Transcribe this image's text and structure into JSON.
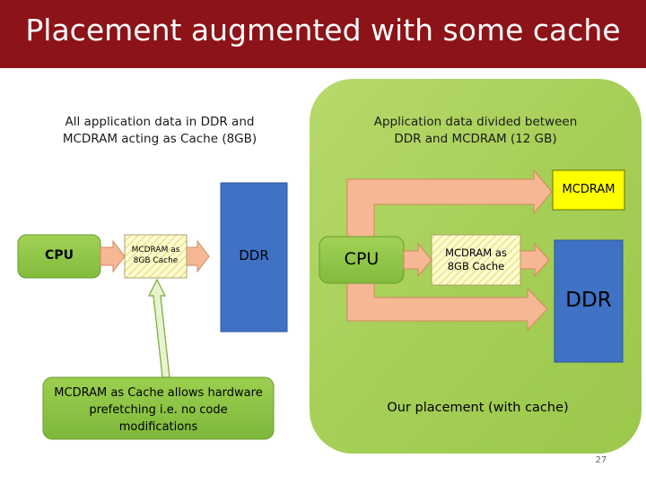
{
  "slide": {
    "title": "Placement augmented with some cache",
    "page_number": "27"
  },
  "left_panel": {
    "caption_line1": "All application data in DDR and",
    "caption_line2": "MCDRAM acting as Cache (8GB)",
    "cpu_label": "CPU",
    "cache_line1": "MCDRAM as",
    "cache_line2": "8GB Cache",
    "ddr_label": "DDR",
    "note_line1": "MCDRAM as Cache allows hardware",
    "note_line2": "prefetching i.e. no code",
    "note_line3": "modifications"
  },
  "right_panel": {
    "caption_line1": "Application data divided between",
    "caption_line2": "DDR and MCDRAM (12 GB)",
    "mcdram_label": "MCDRAM",
    "cpu_label": "CPU",
    "cache_line1": "MCDRAM as",
    "cache_line2": "8GB Cache",
    "ddr_label": "DDR",
    "placement_caption": "Our placement (with cache)"
  },
  "colors": {
    "title_bar": "#8c1318",
    "panel_green": "#a9d05a",
    "box_green": "#8bc63f",
    "ddr_blue": "#3f72c4",
    "arrow_peach": "#f6b894",
    "mcdram_yellow": "#ffff00"
  }
}
